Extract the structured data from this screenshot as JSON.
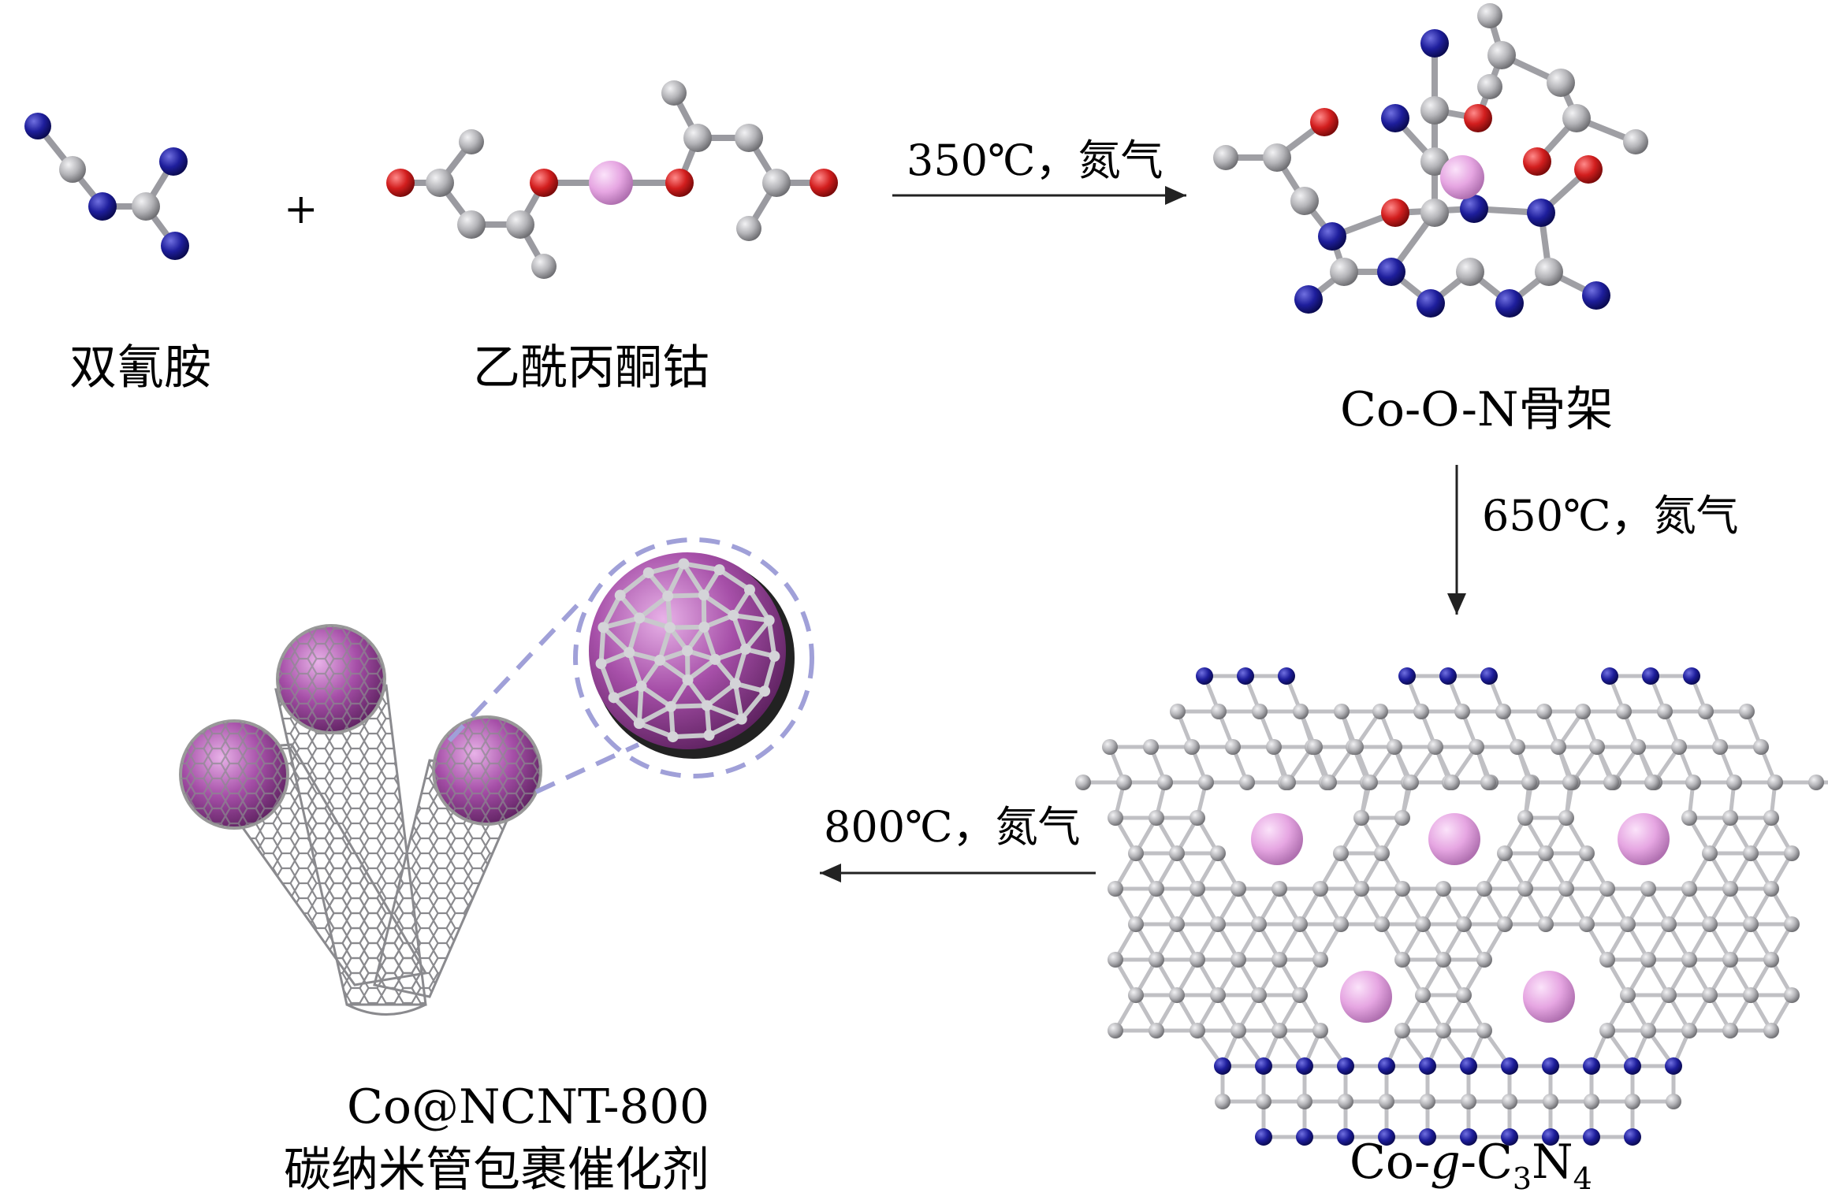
{
  "reactants": {
    "dicyandiamide": "双氰胺",
    "plus": "+",
    "cobalt_acac": "乙酰丙酮钴"
  },
  "steps": [
    {
      "condition": "350℃，氮气"
    },
    {
      "condition": "650℃，氮气"
    },
    {
      "condition": "800℃，氮气"
    }
  ],
  "products": {
    "framework": "Co-O-N骨架",
    "cogcn": {
      "prefix": "Co-",
      "italic": "g",
      "mid": "-C",
      "sub1": "3",
      "n": "N",
      "sub2": "4"
    },
    "catalyst_line1": "Co@NCNT-800",
    "catalyst_line2": "碳纳米管包裹催化剂"
  },
  "colors": {
    "carbon": "#b4b4b8",
    "nitrogen": "#1e1e9c",
    "oxygen": "#d21e1e",
    "cobalt_small": "#e6a6e2",
    "cobalt_particle": "#a64fa8",
    "tube": "#8a8a8e",
    "arrow": "#222222"
  }
}
